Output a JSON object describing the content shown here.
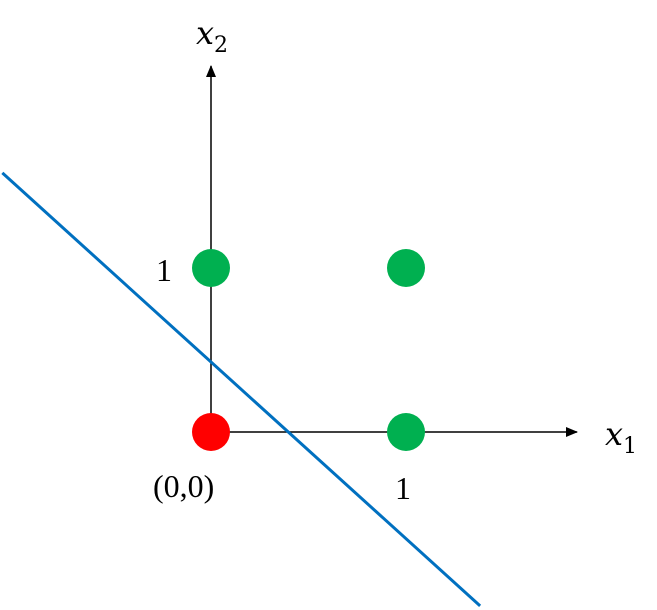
{
  "axes": {
    "x_label": "x",
    "x_label_sub": "1",
    "y_label": "x",
    "y_label_sub": "2",
    "x_tick_label": "1",
    "y_tick_label": "1",
    "origin_label": "(0,0)",
    "axis_color": "#000000"
  },
  "points": [
    {
      "x": 0,
      "y": 0,
      "color": "#ff0000"
    },
    {
      "x": 1,
      "y": 0,
      "color": "#00b050"
    },
    {
      "x": 0,
      "y": 1,
      "color": "#00b050"
    },
    {
      "x": 1,
      "y": 1,
      "color": "#00b050"
    }
  ],
  "decision_line": {
    "color": "#0070c0",
    "from": {
      "x": -1.07,
      "y": 1.58
    },
    "to": {
      "x": 1.38,
      "y": -1.06
    }
  }
}
